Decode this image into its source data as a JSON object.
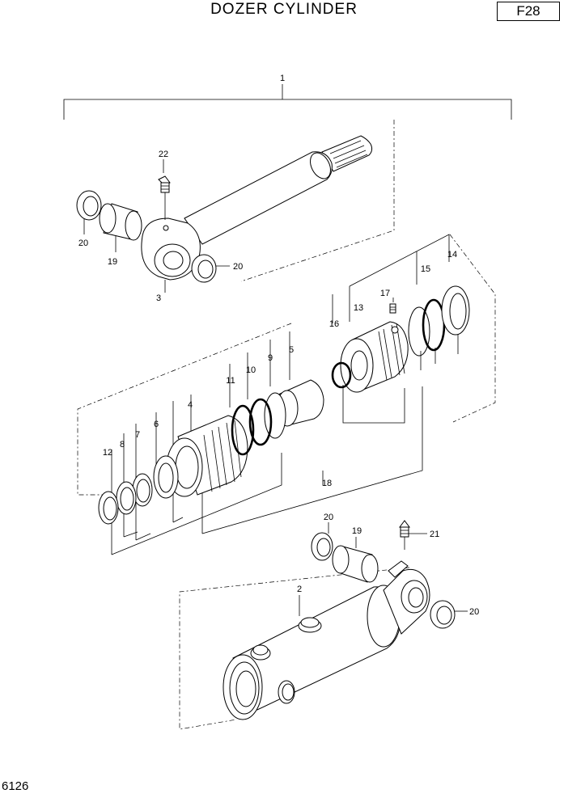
{
  "header": {
    "title": "DOZER CYLINDER",
    "page_code": "F28"
  },
  "footer": {
    "drawing_number": "6126"
  },
  "callouts": {
    "c1": "1",
    "c2": "2",
    "c3": "3",
    "c4": "4",
    "c5": "5",
    "c6": "6",
    "c7": "7",
    "c8": "8",
    "c9": "9",
    "c10": "10",
    "c11": "11",
    "c12": "12",
    "c13": "13",
    "c14": "14",
    "c15": "15",
    "c16": "16",
    "c17": "17",
    "c18": "18",
    "c19a": "19",
    "c19b": "19",
    "c20a": "20",
    "c20b": "20",
    "c20c": "20",
    "c20d": "20",
    "c21": "21",
    "c22": "22"
  }
}
